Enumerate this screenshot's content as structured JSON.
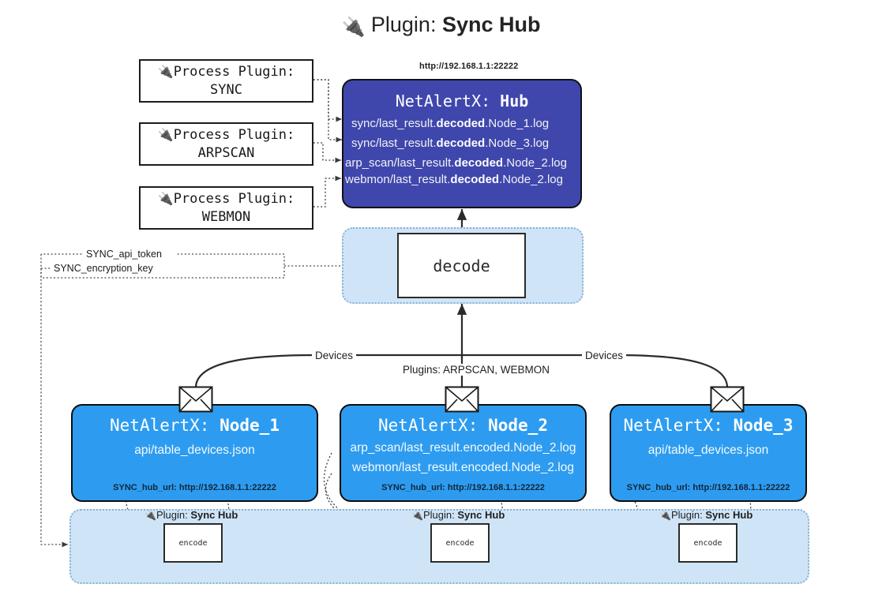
{
  "title": {
    "icon": "plug-icon",
    "prefix": "Plugin:",
    "name": "Sync Hub"
  },
  "process_plugins": [
    {
      "icon": "plug-icon",
      "line1": "Process Plugin:",
      "line2": "SYNC"
    },
    {
      "icon": "plug-icon",
      "line1": "Process Plugin:",
      "line2": "ARPSCAN"
    },
    {
      "icon": "plug-icon",
      "line1": "Process Plugin:",
      "line2": "WEBMON"
    }
  ],
  "hub": {
    "url_label": "http://192.168.1.1:22222",
    "header_prefix": "NetAlertX:",
    "header_name": "Hub",
    "logs": [
      {
        "pre": "sync/last_result.",
        "mid": "decoded",
        "post": ".Node_1.log"
      },
      {
        "pre": "sync/last_result.",
        "mid": "decoded",
        "post": ".Node_3.log"
      },
      {
        "pre": "arp_scan/last_result.",
        "mid": "decoded",
        "post": ".Node_2.log"
      },
      {
        "pre": "webmon/last_result.",
        "mid": "decoded",
        "post": ".Node_2.log"
      }
    ]
  },
  "decode": {
    "label": "decode"
  },
  "secrets": [
    {
      "label": "SYNC_api_token"
    },
    {
      "label": "SYNC_encryption_key"
    }
  ],
  "flow_labels": {
    "devices_left": "Devices",
    "devices_right": "Devices",
    "plugins_center": "Plugins: ARPSCAN, WEBMON"
  },
  "nodes": [
    {
      "envelope_icon": "envelope-icon",
      "header_prefix": "NetAlertX:",
      "header_name": "Node_1",
      "lines": [
        "api/table_devices.json"
      ],
      "hub_url_key": "SYNC_hub_url:",
      "hub_url_value": "http://192.168.1.1:22222"
    },
    {
      "envelope_icon": "envelope-icon",
      "header_prefix": "NetAlertX:",
      "header_name": "Node_2",
      "lines": [
        "arp_scan/last_result.encoded.Node_2.log",
        "webmon/last_result.encoded.Node_2.log"
      ],
      "hub_url_key": "SYNC_hub_url:",
      "hub_url_value": "http://192.168.1.1:22222"
    },
    {
      "envelope_icon": "envelope-icon",
      "header_prefix": "NetAlertX:",
      "header_name": "Node_3",
      "lines": [
        "api/table_devices.json"
      ],
      "hub_url_key": "SYNC_hub_url:",
      "hub_url_value": "http://192.168.1.1:22222"
    }
  ],
  "encoders": [
    {
      "icon": "plug-icon",
      "plugin_prefix": "Plugin:",
      "plugin_name": "Sync Hub",
      "box_label": "encode"
    },
    {
      "icon": "plug-icon",
      "plugin_prefix": "Plugin:",
      "plugin_name": "Sync Hub",
      "box_label": "encode"
    },
    {
      "icon": "plug-icon",
      "plugin_prefix": "Plugin:",
      "plugin_name": "Sync Hub",
      "box_label": "encode"
    }
  ],
  "colors": {
    "hub": "#3f47ad",
    "node": "#2d9cf0",
    "container": "#cfe5f7",
    "container_border": "#8ab3d6",
    "stroke": "#2b2b2b"
  }
}
